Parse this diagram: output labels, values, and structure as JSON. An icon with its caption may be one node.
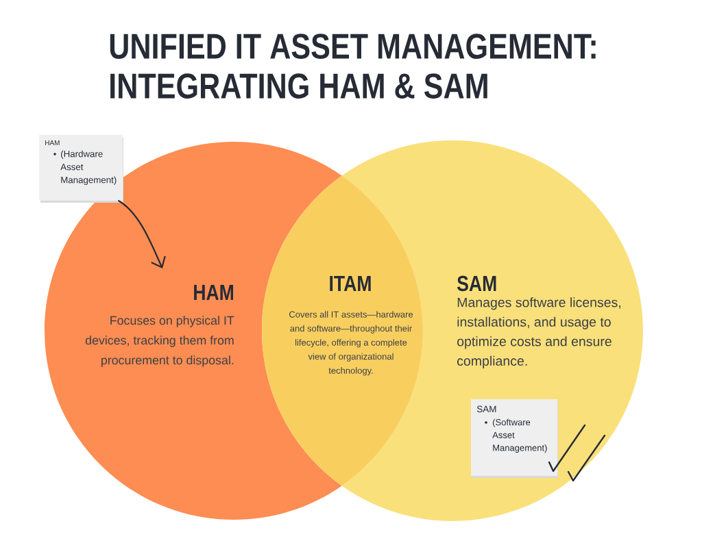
{
  "diagram": {
    "title": "UNIFIED IT ASSET MANAGEMENT: INTEGRATING HAM & SAM",
    "nodes": [
      {
        "text": [
          "HAM",
          "Focuses on physical IT devices, tracking them from procurement to disposal."
        ]
      },
      {
        "text": [
          "SAM",
          "Manages software licenses, installations, and usage to optimize costs and ensure compliance."
        ]
      },
      {
        "text": [
          "ITAM",
          "Covers all IT assets—hardware and software—throughout their lifecycle, offering a complete view of organizational technology."
        ]
      },
      {
        "text": [
          "HAM",
          "(Hardware Asset Management)"
        ]
      },
      {
        "text": [
          "SAM",
          "(Software Asset Management)"
        ],
        "in": 1
      }
    ],
    "edges": [
      {
        "from": 3,
        "to": 0,
        "arrow": "to"
      }
    ]
  }
}
